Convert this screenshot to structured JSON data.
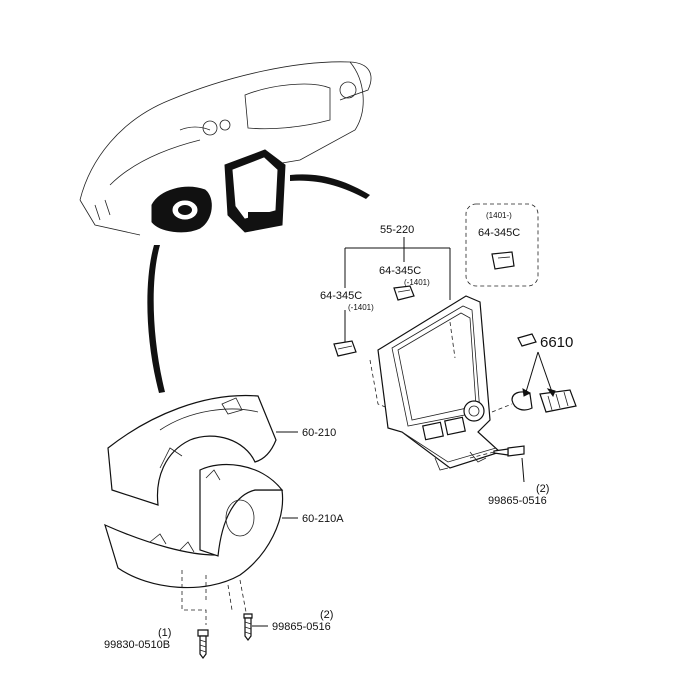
{
  "labels": {
    "bezel_assembly": "55-220",
    "clip_upper": "64-345C",
    "clip_upper_note": "(-1401)",
    "clip_left": "64-345C",
    "clip_left_note": "(-1401)",
    "clip_alt": "64-345C",
    "clip_alt_note": "(1401-)",
    "switch": "6610",
    "screw_bezel_qty": "(2)",
    "screw_bezel": "99865-0516",
    "upper_cover": "60-210",
    "lower_cover": "60-210A",
    "screw_cover_right_qty": "(2)",
    "screw_cover_right": "99865-0516",
    "screw_cover_left_qty": "(1)",
    "screw_cover_left": "99830-0510B"
  }
}
